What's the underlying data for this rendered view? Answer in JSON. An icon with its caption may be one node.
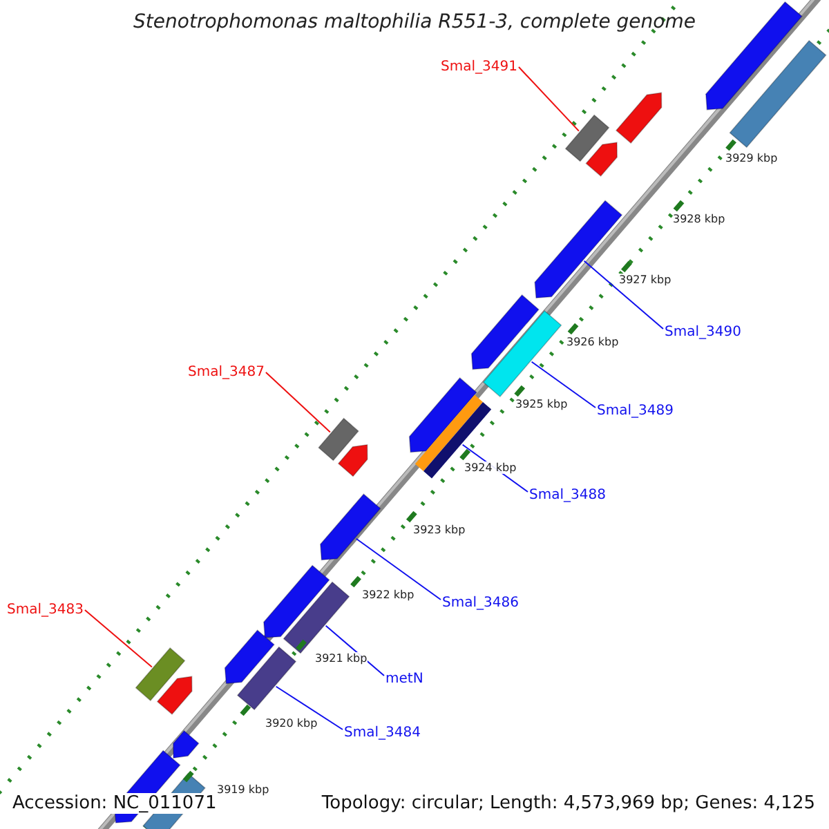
{
  "diagram": {
    "title": "Stenotrophomonas maltophilia R551-3, complete genome",
    "nodes": [
      {
        "text": [],
        "shape": "arrow"
      },
      {
        "text": [],
        "shape": "box"
      },
      {
        "text": [
          "Smal_3491"
        ]
      },
      {
        "text": [],
        "shape": "arrow"
      },
      {
        "text": [],
        "shape": "box"
      },
      {
        "text": [],
        "shape": "arrow"
      },
      {
        "text": [],
        "shape": "arrow"
      },
      {
        "text": [
          "Smal_3490"
        ]
      },
      {
        "text": [],
        "shape": "arrow"
      },
      {
        "text": [],
        "shape": "box"
      },
      {
        "text": [
          "Smal_3487"
        ]
      },
      {
        "text": [
          "Smal_3489"
        ]
      },
      {
        "text": [],
        "shape": "arrow"
      },
      {
        "text": [],
        "shape": "box"
      },
      {
        "text": [],
        "shape": "box"
      },
      {
        "text": [],
        "shape": "arrow"
      },
      {
        "text": [
          "Smal_3488"
        ]
      },
      {
        "text": [],
        "shape": "arrow"
      },
      {
        "text": [
          "Smal_3486"
        ]
      },
      {
        "text": [
          "Smal_3483"
        ]
      },
      {
        "text": [],
        "shape": "arrow"
      },
      {
        "text": [],
        "shape": "box"
      },
      {
        "text": [],
        "shape": "arrow"
      },
      {
        "text": [],
        "shape": "box"
      },
      {
        "text": [],
        "shape": "box"
      },
      {
        "text": [
          "metN"
        ]
      },
      {
        "text": [],
        "shape": "arrow"
      },
      {
        "text": [
          "Smal_3484"
        ]
      },
      {
        "text": [],
        "shape": "arrow"
      },
      {
        "text": [],
        "shape": "arrow"
      },
      {
        "text": [],
        "shape": "box"
      }
    ],
    "edges": [
      {
        "from": 2,
        "to": 4,
        "arrow": "none",
        "color": "#ee1010"
      },
      {
        "from": 7,
        "to": 6,
        "arrow": "none"
      },
      {
        "from": 11,
        "to": 9,
        "arrow": "none"
      },
      {
        "from": 10,
        "to": 14,
        "arrow": "none",
        "color": "#ee1010"
      },
      {
        "from": 16,
        "to": 13,
        "arrow": "none"
      },
      {
        "from": 18,
        "to": 17,
        "arrow": "none"
      },
      {
        "from": 19,
        "to": 23,
        "arrow": "none",
        "color": "#ee1010"
      },
      {
        "from": 25,
        "to": 21,
        "arrow": "none"
      },
      {
        "from": 27,
        "to": 24,
        "arrow": "none"
      }
    ],
    "labels": [
      "3929 kbp",
      "3928 kbp",
      "3927 kbp",
      "3926 kbp",
      "3925 kbp",
      "3924 kbp",
      "3923 kbp",
      "3922 kbp",
      "3921 kbp",
      "3920 kbp",
      "3919 kbp",
      "Accession: NC_011071",
      "Topology: circular; Length: 4,573,969 bp; Genes: 4,125"
    ]
  }
}
